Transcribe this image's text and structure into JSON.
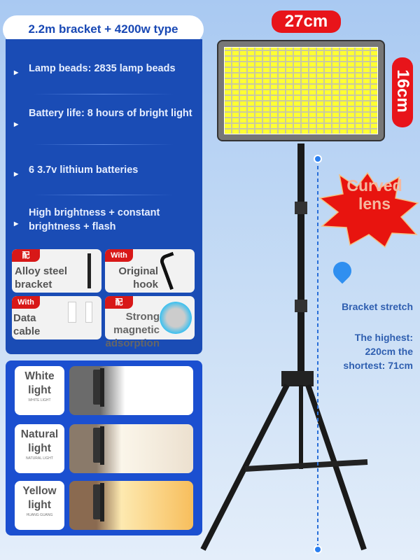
{
  "title": "2.2m bracket + 4200w type",
  "specs": [
    {
      "text": "Lamp beads: 2835 lamp beads"
    },
    {
      "text": "Battery life: 8 hours of bright light"
    },
    {
      "text": "6 3.7v lithium batteries"
    },
    {
      "text": "High brightness + constant brightness + flash"
    }
  ],
  "accessories": [
    {
      "ribbon": "配",
      "label": "Alloy steel bracket"
    },
    {
      "ribbon": "With",
      "label": "Original hook"
    },
    {
      "ribbon": "With",
      "label": "Data cable"
    },
    {
      "ribbon": "配",
      "label": "Strong magnetic adsorption"
    }
  ],
  "light_modes": [
    {
      "label": "White light",
      "sub": "WHITE LIGHT",
      "color": "#ffffff"
    },
    {
      "label": "Natural light",
      "sub": "NATURAL LIGHT",
      "color": "#f3e8d6"
    },
    {
      "label": "Yellow light",
      "sub": "HUANG GUANG",
      "color": "#fbd27a"
    }
  ],
  "dimensions": {
    "width": "27cm",
    "height": "16cm"
  },
  "badge": "Curved lens",
  "stretch": {
    "label": "Bracket stretch",
    "range": "The highest: 220cm the shortest: 71cm"
  },
  "colors": {
    "panel_blue": "#1a4cb5",
    "badge_red": "#e8141a",
    "led_yellow": "#ffff33"
  }
}
